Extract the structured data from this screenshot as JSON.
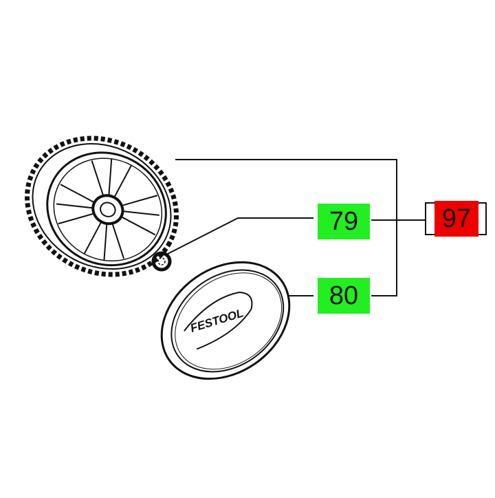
{
  "diagram": {
    "type": "exploded-parts-view",
    "parts": [
      {
        "id": "wheel",
        "name": "Wheel"
      },
      {
        "id": "circlip",
        "name": "Retaining ring"
      },
      {
        "id": "hubcap",
        "name": "Hub cap",
        "brand_text": "FESTOOL"
      }
    ],
    "callouts": [
      {
        "number": "79",
        "color": "#22ee22",
        "points_to": "circlip"
      },
      {
        "number": "80",
        "color": "#22ee22",
        "points_to": "hubcap"
      },
      {
        "number": "97",
        "color": "#ee0000",
        "points_to": "assembly",
        "framed": true
      }
    ]
  }
}
